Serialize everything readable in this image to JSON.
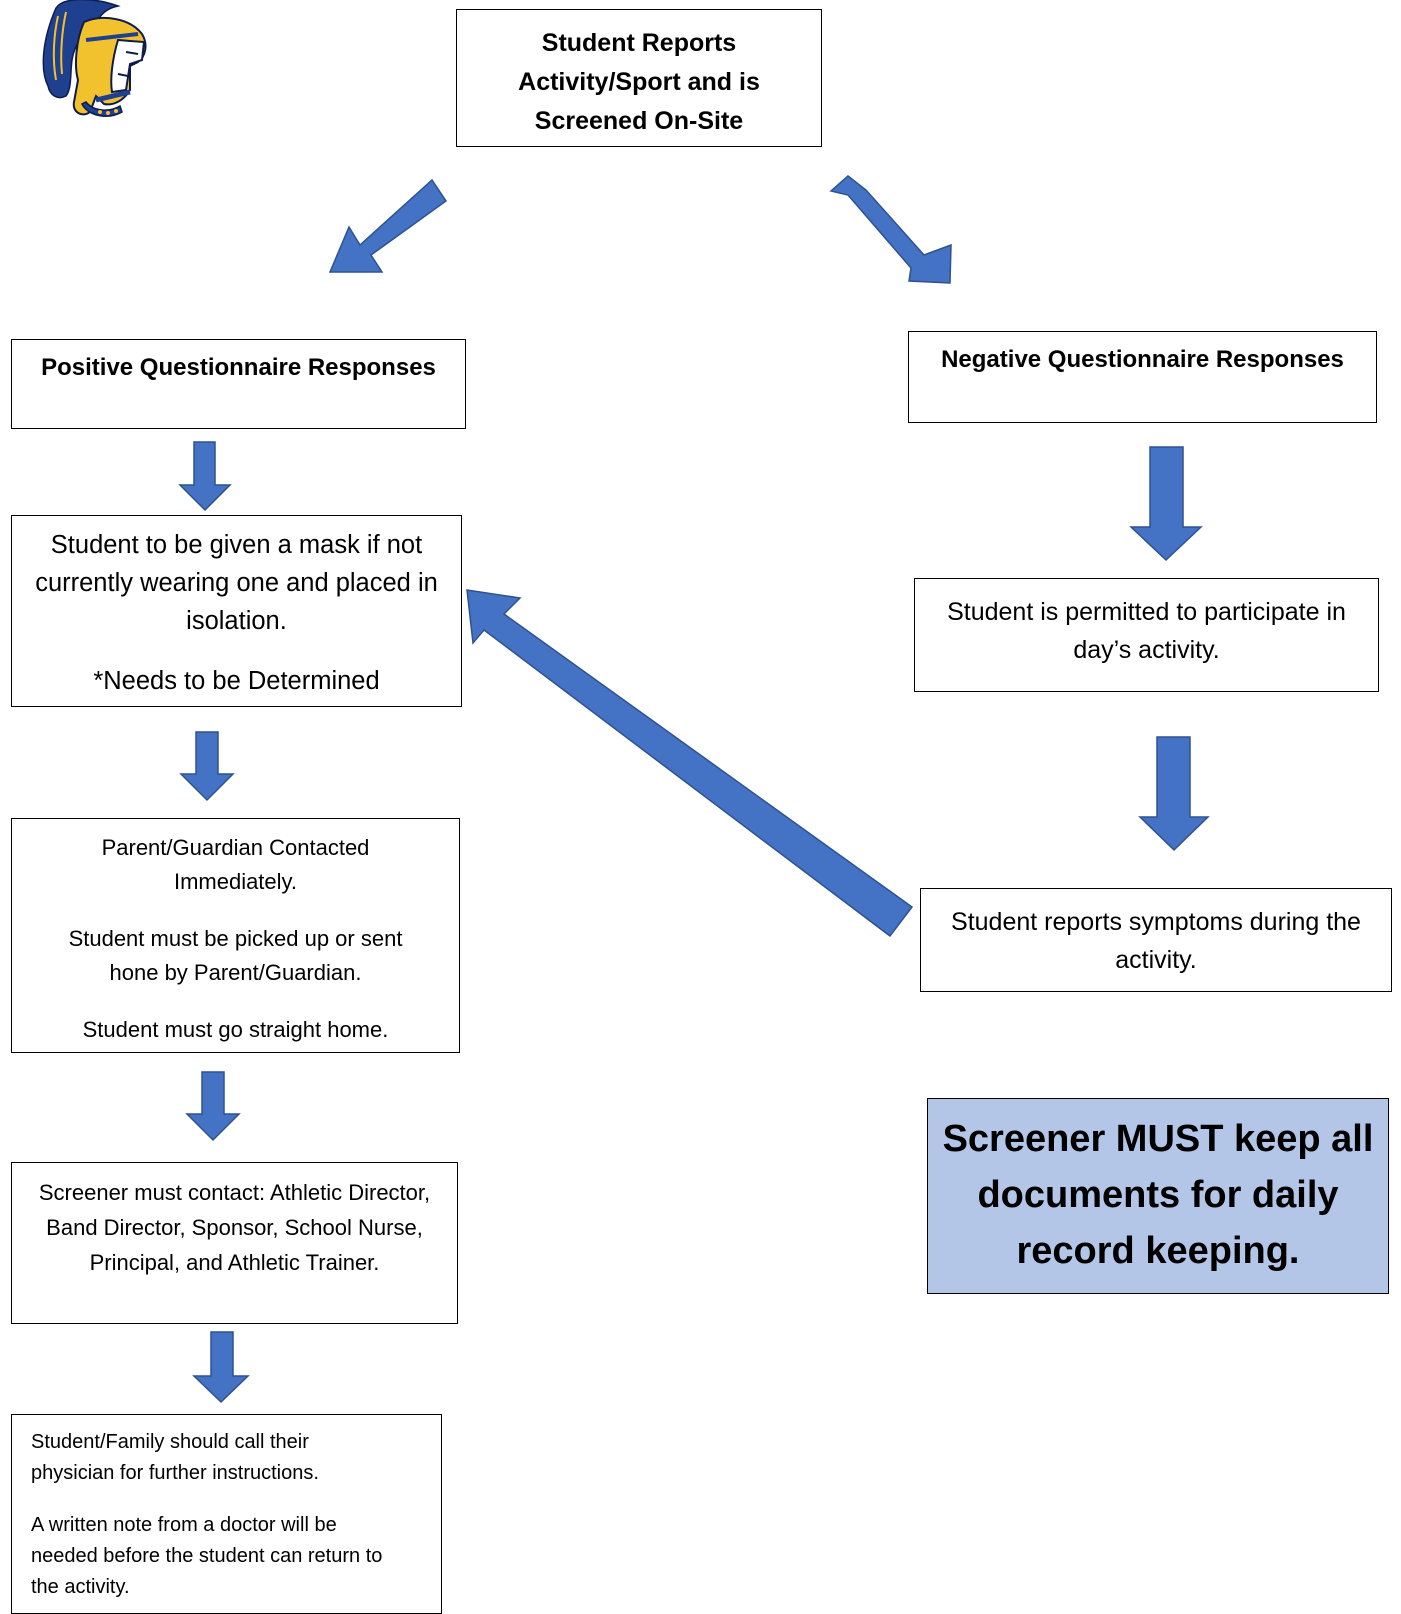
{
  "nodes": {
    "start": "Student Reports Activity/Sport and is Screened On-Site",
    "positive": "Positive Questionnaire Responses",
    "negative": "Negative Questionnaire Responses",
    "mask": {
      "line1": "Student to be given a mask if not currently wearing one and placed in isolation.",
      "line2": "*Needs to be Determined"
    },
    "permitted": "Student is permitted to participate in day’s activity.",
    "symptoms": "Student reports symptoms during the activity.",
    "parent": {
      "line1": "Parent/Guardian Contacted Immediately.",
      "line2": "Student must be picked up or sent hone by Parent/Guardian.",
      "line3": "Student must go straight home."
    },
    "screener_contact": "Screener must contact:  Athletic Director, Band Director, Sponsor, School Nurse, Principal, and Athletic Trainer.",
    "family": {
      "line1": "Student/Family should call their physician for further instructions.",
      "line2": "A written note from a doctor will be needed before the student can return to the activity."
    },
    "record_keeping": "Screener MUST keep all documents for daily record keeping."
  },
  "colors": {
    "arrow": "#4472c4",
    "arrow_stroke": "#2f528f",
    "note_fill": "#b4c6e7",
    "logo_gold": "#f2c12e",
    "logo_blue": "#1f3f8f"
  },
  "icons": [
    "spartan-helmet-logo",
    "down-arrow",
    "diagonal-arrow"
  ]
}
